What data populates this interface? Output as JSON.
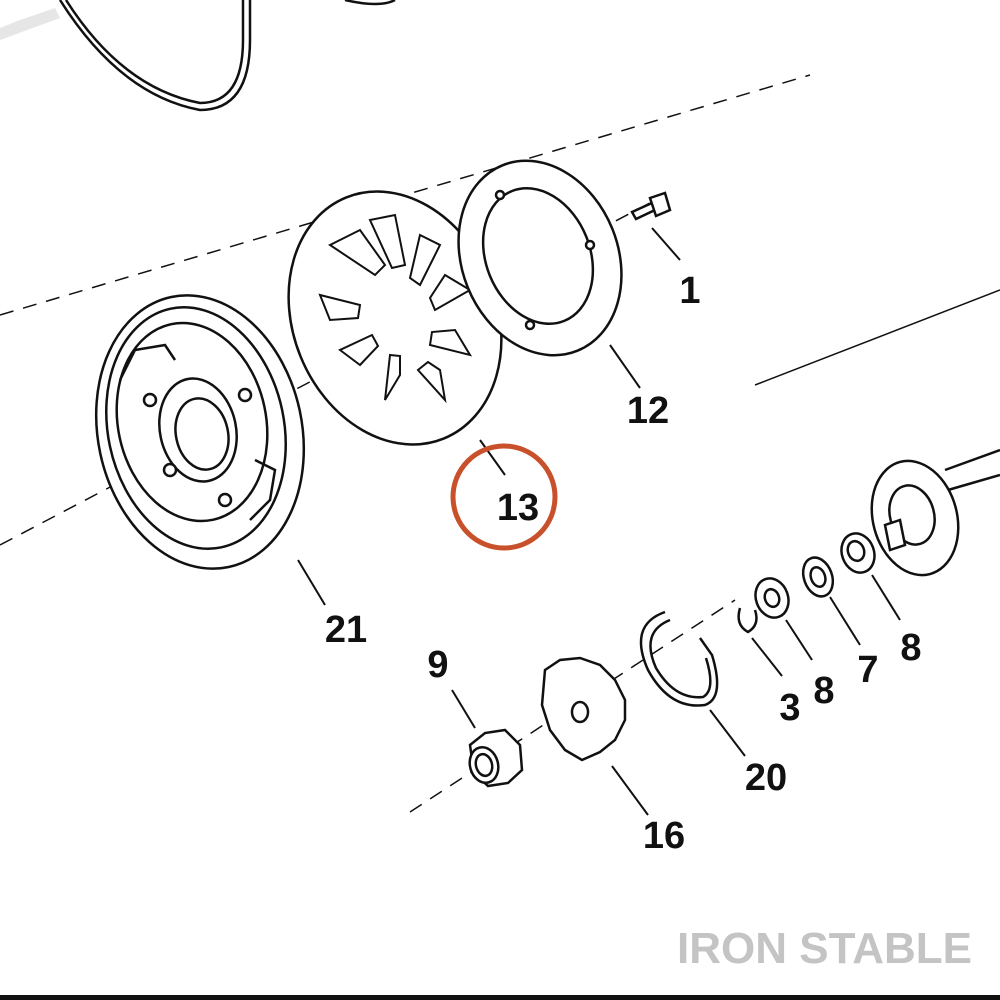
{
  "diagram": {
    "callouts": {
      "c1": "1",
      "c12": "12",
      "c13": "13",
      "c21": "21",
      "c9": "9",
      "c16": "16",
      "c20": "20",
      "c3": "3",
      "c8a": "8",
      "c7": "7",
      "c8b": "8"
    },
    "highlight": {
      "callout": "13",
      "color": "#c8502a"
    },
    "line_color": "#111111"
  },
  "watermark": {
    "text": "IRON STABLE",
    "color": "#c4c4c4"
  }
}
